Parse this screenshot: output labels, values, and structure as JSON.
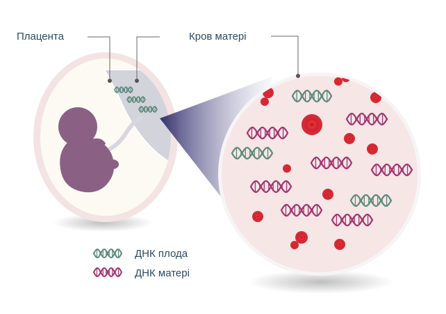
{
  "labels": {
    "placenta": "Плацента",
    "maternal_blood": "Кров матері"
  },
  "legend": [
    {
      "icon": "fetal-dna-helix-icon",
      "text": "ДНК плода",
      "color": "#5c8a7a"
    },
    {
      "icon": "maternal-dna-helix-icon",
      "text": "ДНК матері",
      "color": "#a2356f"
    }
  ],
  "colors": {
    "fetal_dna": "#5c8a7a",
    "maternal_dna": "#a2356f",
    "red_cell": "#d42a35",
    "fetus": "#8a6184",
    "placenta": "#d4d4dc",
    "uterus": "#f1dede",
    "blood_bg": "#f6e8e8",
    "leader_line": "#555555"
  }
}
